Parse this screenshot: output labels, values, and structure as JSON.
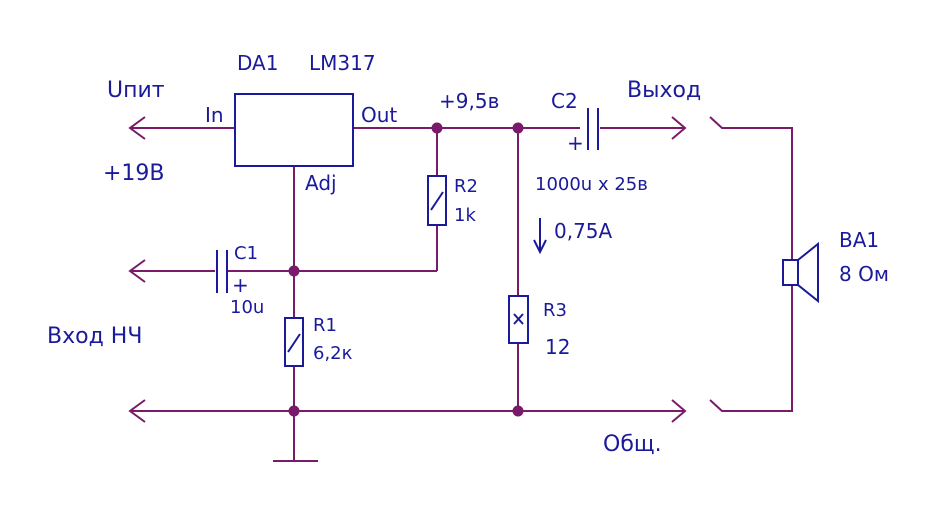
{
  "labels": {
    "supply_name": "Uпит",
    "supply_voltage": "+19В",
    "regulator_ref": "DA1",
    "regulator_model": "LM317",
    "pin_in": "In",
    "pin_out": "Out",
    "pin_adj": "Adj",
    "out_voltage": "+9,5в",
    "c2_ref": "C2",
    "c2_plus": "+",
    "c2_value": "1000u x 25в",
    "output_label": "Выход",
    "r2_ref": "R2",
    "r2_value": "1k",
    "current": "0,75А",
    "c1_ref": "C1",
    "c1_plus": "+",
    "c1_value": "10u",
    "input_label": "Вход НЧ",
    "r1_ref": "R1",
    "r1_value": "6,2к",
    "r3_ref": "R3",
    "r3_value": "12",
    "speaker_ref": "BA1",
    "speaker_value": "8 Ом",
    "ground_label": "Общ."
  },
  "colors": {
    "text": "#1a1a9a",
    "wire": "#7a1a6a",
    "component": "#1a1a9a",
    "background": "#ffffff"
  }
}
